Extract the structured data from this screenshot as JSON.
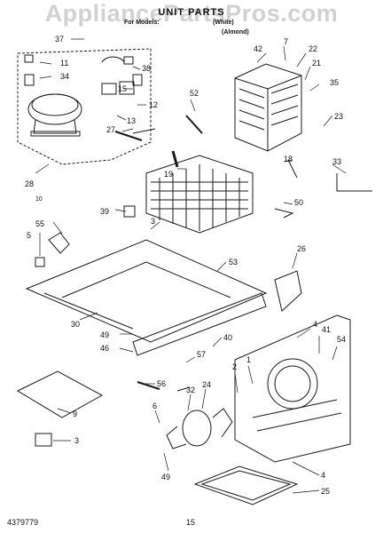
{
  "watermark": "AppliancePartsPros.com",
  "header": {
    "title": "UNIT PARTS",
    "line1_left": "For Models:",
    "line1_right": "(White)",
    "line2_right": "(Almond)"
  },
  "footer": {
    "part_number": "4379779",
    "page_number": "15"
  },
  "callouts": [
    "37",
    "11",
    "34",
    "38",
    "15",
    "12",
    "13",
    "27",
    "28",
    "10",
    "42",
    "7",
    "22",
    "21",
    "35",
    "52",
    "23",
    "19",
    "18",
    "33",
    "39",
    "3",
    "50",
    "55",
    "5",
    "26",
    "53",
    "30",
    "49",
    "46",
    "40",
    "4",
    "41",
    "54",
    "57",
    "56",
    "2",
    "1",
    "32",
    "24",
    "9",
    "6",
    "3",
    "49",
    "4",
    "25"
  ],
  "colors": {
    "line": "#1a1a1a",
    "watermark": "#c9c9c9"
  }
}
